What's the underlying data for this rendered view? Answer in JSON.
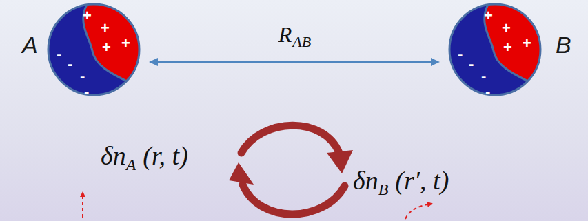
{
  "diagram": {
    "nodes": [
      {
        "text": [
          "A",
          "+",
          "+",
          "+",
          "+",
          "-",
          "-",
          "-",
          "-"
        ]
      },
      {
        "text": [
          "B",
          "+",
          "+",
          "+",
          "+",
          "-",
          "-",
          "-",
          "-"
        ]
      }
    ],
    "edges": [
      {
        "from": 0,
        "to": 1,
        "arrow": "both",
        "label": "R"
      }
    ],
    "labels": [
      "AB",
      "δn",
      "A",
      "(r, t)",
      "δn",
      "B",
      "(r′, t)"
    ]
  }
}
